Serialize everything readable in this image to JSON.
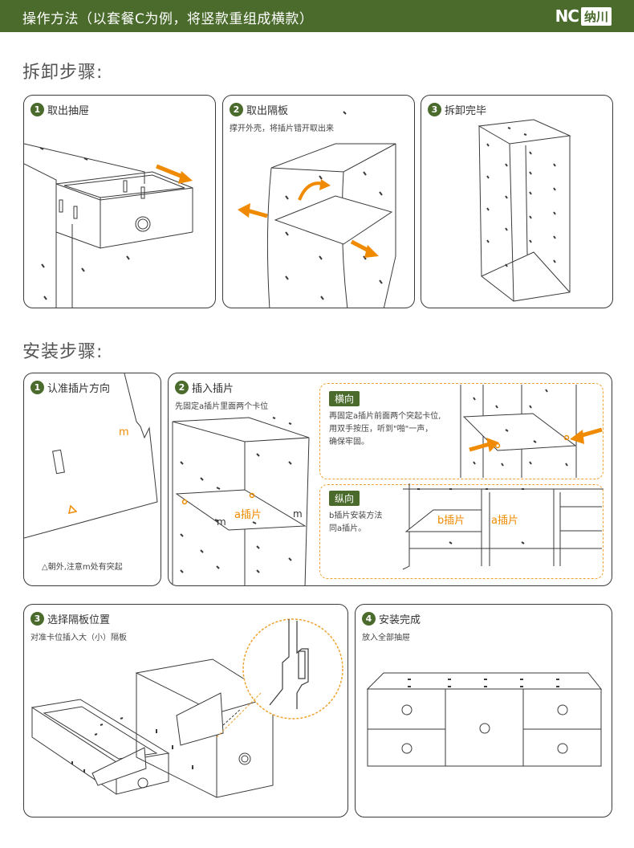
{
  "header": {
    "title": "操作方法（以套餐C为例，将竖款重组成横款）",
    "logo_mark": "NC",
    "logo_text": "纳川"
  },
  "sections": {
    "disassembly": "拆卸步骤:",
    "install": "安装步骤:"
  },
  "disassembly_steps": [
    {
      "num": "1",
      "title": "取出抽屉",
      "sub": ""
    },
    {
      "num": "2",
      "title": "取出隔板",
      "sub": "撑开外壳，将插片错开取出来"
    },
    {
      "num": "3",
      "title": "拆卸完毕",
      "sub": ""
    }
  ],
  "install_steps": [
    {
      "num": "1",
      "title": "认准插片方向",
      "sub": "",
      "note": "△朝外,注意m处有突起",
      "label_m": "m"
    },
    {
      "num": "2",
      "title": "插入插片",
      "sub": "先固定a插片里面两个卡位",
      "label_a": "a插片",
      "label_m1": "m",
      "label_m2": "m"
    },
    {
      "num": "3",
      "title": "选择隔板位置",
      "sub": "对准卡位插入大（小）隔板"
    },
    {
      "num": "4",
      "title": "安装完成",
      "sub": "放入全部抽屉"
    }
  ],
  "horizontal": {
    "tag": "横向",
    "note_lines": [
      "再固定a插片前面两个突起卡位,",
      "用双手按压，听到\"啪\"一声，",
      "确保牢固。"
    ]
  },
  "vertical": {
    "tag": "纵向",
    "note_lines": [
      "b插片安装方法",
      "同a插片。"
    ],
    "label_b": "b插片",
    "label_a": "a插片"
  },
  "colors": {
    "header_bg": "#4a6b2c",
    "accent_orange": "#f08a00",
    "dash_orange": "#f0a230",
    "line": "#3a3a3a"
  }
}
